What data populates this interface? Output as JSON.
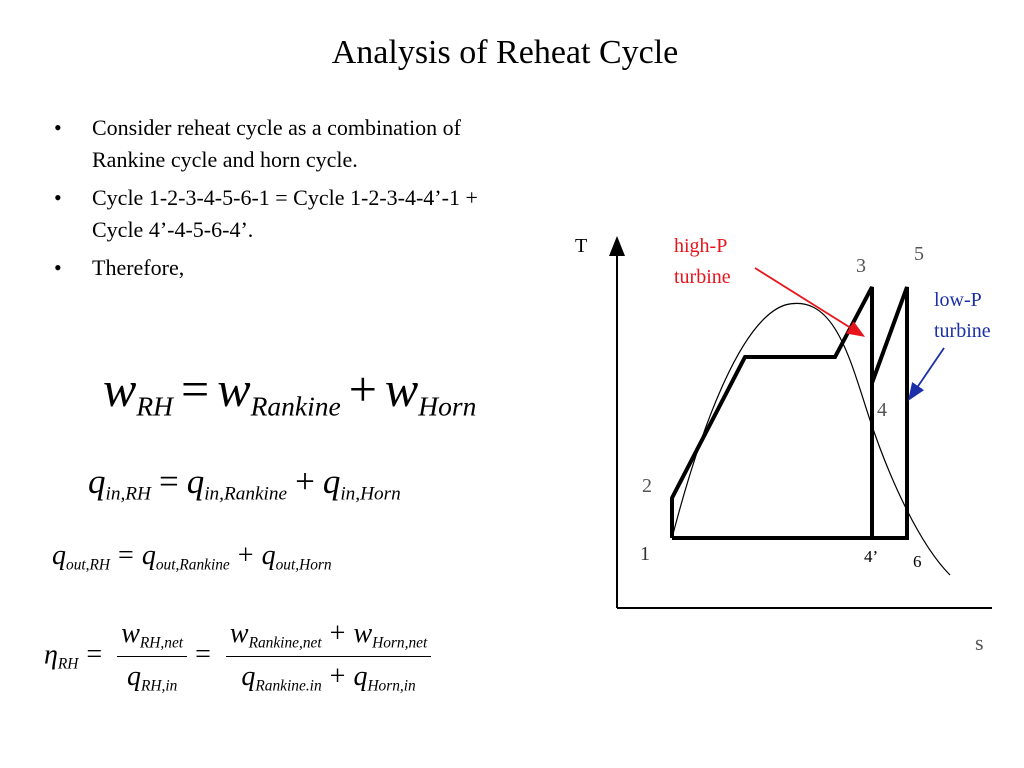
{
  "title": "Analysis of Reheat Cycle",
  "bullets": [
    "Consider reheat cycle as a combination of Rankine cycle and horn cycle.",
    "Cycle 1-2-3-4-5-6-1 = Cycle 1-2-3-4-4’-1 + Cycle 4’-4-5-6-4’.",
    "Therefore,"
  ],
  "bullet_symbol": "•",
  "equations": {
    "w": {
      "sym": "w",
      "sub_rh": "RH",
      "eq": "=",
      "sub_rankine": "Rankine",
      "plus": "+",
      "sub_horn": "Horn"
    },
    "qin": {
      "sym": "q",
      "sub_rh": "in,RH",
      "eq": "=",
      "sub_rankine": "in,Rankine",
      "plus": "+",
      "sub_horn": "in,Horn"
    },
    "qout": {
      "sym": "q",
      "sub_rh": "out,RH",
      "eq": "=",
      "sub_rankine": "out,Rankine",
      "plus": "+",
      "sub_horn": "out,Horn"
    },
    "eta": {
      "sym": "η",
      "sub": "RH",
      "eq": "=",
      "num1_sym": "w",
      "num1_sub": "RH,net",
      "den1_sym": "q",
      "den1_sub": "RH,in",
      "num2a_sym": "w",
      "num2a_sub": "Rankine,net",
      "num2_plus": "+",
      "num2b_sym": "w",
      "num2b_sub": "Horn,net",
      "den2a_sym": "q",
      "den2a_sub": "Rankine.in",
      "den2_plus": "+",
      "den2b_sym": "q",
      "den2b_sub": "Horn,in"
    }
  },
  "diagram": {
    "axis_y_label": "T",
    "axis_x_label": "s",
    "points": {
      "p1": "1",
      "p2": "2",
      "p3": "3",
      "p4": "4",
      "p4p": "4’",
      "p5": "5",
      "p6": "6"
    },
    "callout_high": [
      "high-P",
      "turbine"
    ],
    "callout_low": [
      "low-P",
      "turbine"
    ],
    "colors": {
      "high": "#e8141c",
      "low": "#1a2fa8",
      "line": "#000000"
    }
  }
}
